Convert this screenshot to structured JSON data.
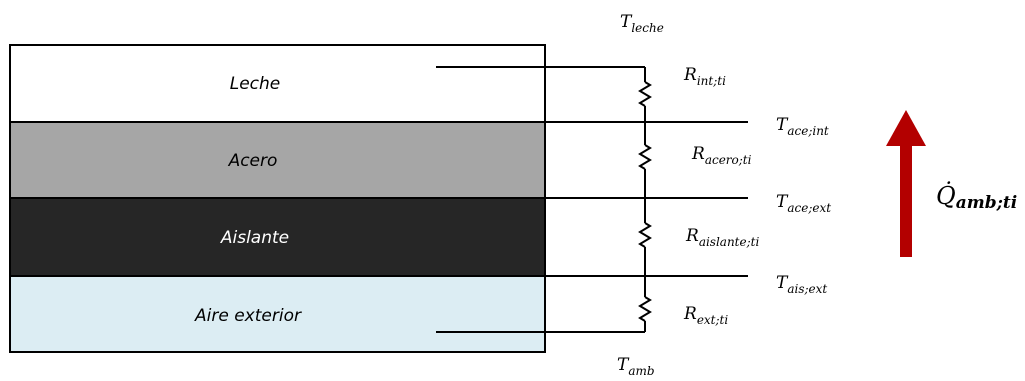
{
  "colors": {
    "leche": "#ffffff",
    "acero": "#a6a6a6",
    "aislante": "#262626",
    "aire": "#dcedf3",
    "line": "#000000",
    "arrow": "#b30000"
  },
  "layers": {
    "leche": "Leche",
    "acero": "Acero",
    "aislante": "Aislante",
    "aire": "Aire exterior"
  },
  "temperatures": {
    "leche": {
      "main": "T",
      "sub": "leche"
    },
    "ace_int": {
      "main": "T",
      "sub": "ace;int"
    },
    "ace_ext": {
      "main": "T",
      "sub": "ace;ext"
    },
    "ais_ext": {
      "main": "T",
      "sub": "ais;ext"
    },
    "amb": {
      "main": "T",
      "sub": "amb"
    }
  },
  "resistances": {
    "int": {
      "main": "R",
      "sub": "int;ti"
    },
    "acero": {
      "main": "R",
      "sub": "acero;ti"
    },
    "aislante": {
      "main": "R",
      "sub": "aislante;ti"
    },
    "ext": {
      "main": "R",
      "sub": "ext;ti"
    }
  },
  "heat_flow": {
    "main": "Q̇",
    "sub": "amb;ti",
    "icon": "up-arrow-icon"
  }
}
